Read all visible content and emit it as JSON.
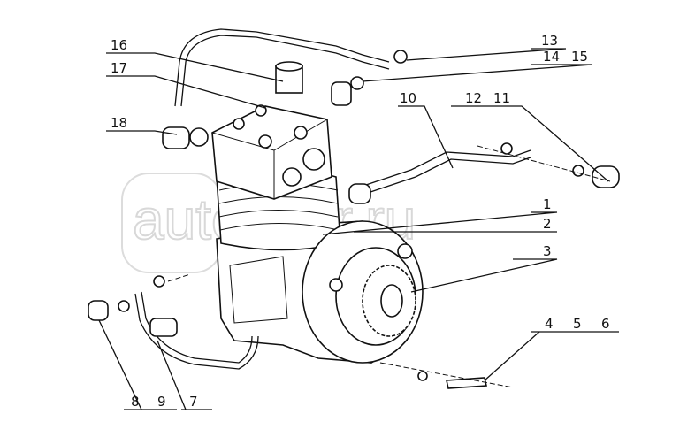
{
  "watermark": {
    "text": "autopiter.ru"
  },
  "callouts": {
    "c1": "1",
    "c2": "2",
    "c3": "3",
    "c4": "4",
    "c5": "5",
    "c6": "6",
    "c7": "7",
    "c8": "8",
    "c9": "9",
    "c10": "10",
    "c11": "11",
    "c12": "12",
    "c13": "13",
    "c14": "14",
    "c15": "15",
    "c16": "16",
    "c17": "17",
    "c18": "18"
  }
}
